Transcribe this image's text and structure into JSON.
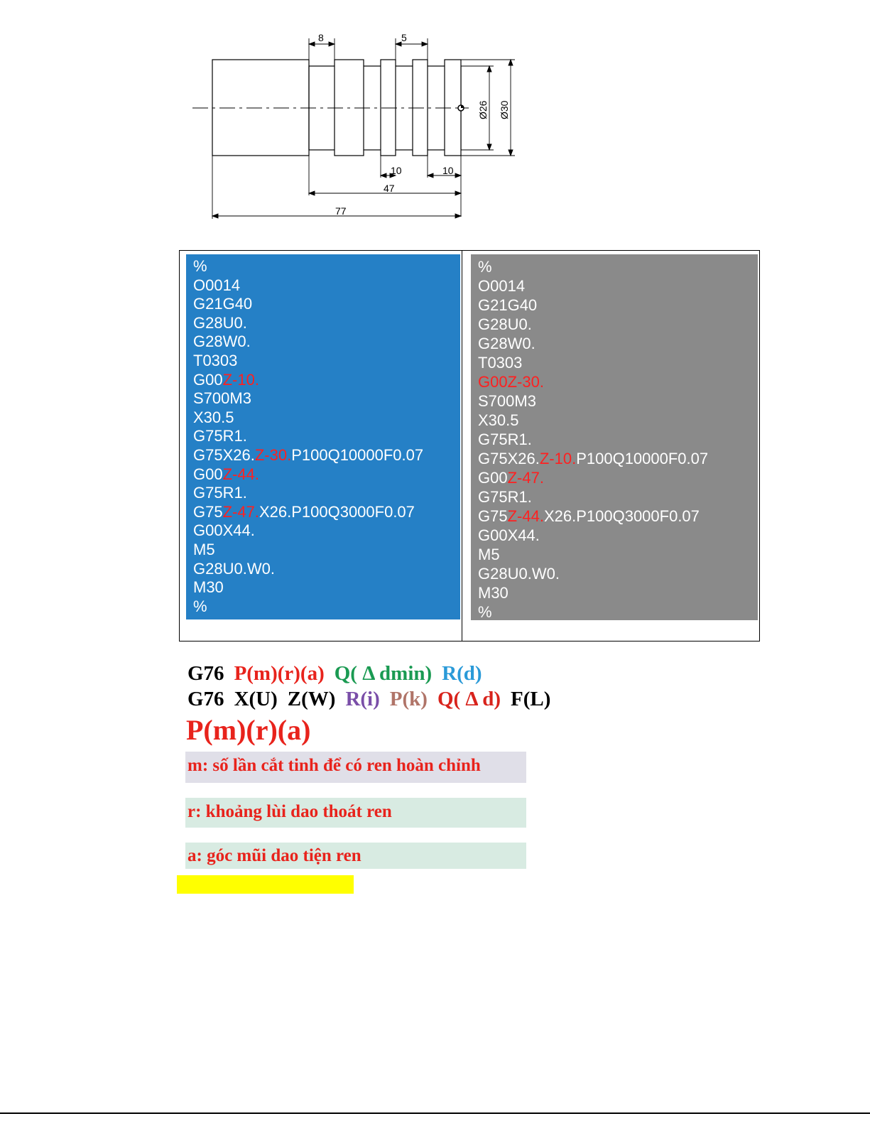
{
  "drawing": {
    "dims": {
      "top_left": "8",
      "top_right": "5",
      "bottom_1": "10",
      "bottom_2": "10",
      "mid": "47",
      "overall": "77",
      "dia_inner": "Ø26",
      "dia_outer": "Ø30"
    }
  },
  "program_left": {
    "lines": [
      [
        {
          "t": "%"
        }
      ],
      [
        {
          "t": "O0014"
        }
      ],
      [
        {
          "t": "G21G40"
        }
      ],
      [
        {
          "t": "G28U0."
        }
      ],
      [
        {
          "t": "G28W0."
        }
      ],
      [
        {
          "t": "T0303"
        }
      ],
      [
        {
          "t": "G00"
        },
        {
          "t": "Z-10.",
          "hl": true
        }
      ],
      [
        {
          "t": "S700M3"
        }
      ],
      [
        {
          "t": "X30.5"
        }
      ],
      [
        {
          "t": "G75R1."
        }
      ],
      [
        {
          "t": "G75X26."
        },
        {
          "t": "Z-30.",
          "hl": true
        },
        {
          "t": "P100Q10000F0.07"
        }
      ],
      [
        {
          "t": "G00"
        },
        {
          "t": "Z-44.",
          "hl": true
        }
      ],
      [
        {
          "t": "G75R1."
        }
      ],
      [
        {
          "t": "G75"
        },
        {
          "t": "Z-47.",
          "hl": true
        },
        {
          "t": "X26.P100Q3000F0.07"
        }
      ],
      [
        {
          "t": "G00X44."
        }
      ],
      [
        {
          "t": "M5"
        }
      ],
      [
        {
          "t": "G28U0.W0."
        }
      ],
      [
        {
          "t": "M30"
        }
      ],
      [
        {
          "t": "%"
        }
      ]
    ]
  },
  "program_right": {
    "lines": [
      [
        {
          "t": "%"
        }
      ],
      [
        {
          "t": "O0014"
        }
      ],
      [
        {
          "t": "G21G40"
        }
      ],
      [
        {
          "t": "G28U0."
        }
      ],
      [
        {
          "t": "G28W0."
        }
      ],
      [
        {
          "t": "T0303"
        }
      ],
      [
        {
          "t": "G00Z-30.",
          "hl": true
        }
      ],
      [
        {
          "t": "S700M3"
        }
      ],
      [
        {
          "t": "X30.5"
        }
      ],
      [
        {
          "t": "G75R1."
        }
      ],
      [
        {
          "t": "G75X26."
        },
        {
          "t": "Z-10.",
          "hl": true
        },
        {
          "t": "P100Q10000F0.07"
        }
      ],
      [
        {
          "t": "G00"
        },
        {
          "t": "Z-47.",
          "hl": true
        }
      ],
      [
        {
          "t": "G75R1."
        }
      ],
      [
        {
          "t": "G75"
        },
        {
          "t": "Z-44.",
          "hl": true
        },
        {
          "t": "X26.P100Q3000F0.07"
        }
      ],
      [
        {
          "t": "G00X44."
        }
      ],
      [
        {
          "t": "M5"
        }
      ],
      [
        {
          "t": "G28U0.W0."
        }
      ],
      [
        {
          "t": "M30"
        }
      ],
      [
        {
          "t": "%"
        }
      ]
    ]
  },
  "syntax": {
    "line1": [
      {
        "t": "G76",
        "color": "#000000"
      },
      {
        "t": "P(m)(r)(a)",
        "color": "#e8231c"
      },
      {
        "t": "Q( Δ dmin)",
        "color": "#1a9a52"
      },
      {
        "t": "R(d)",
        "color": "#2a9ad8"
      }
    ],
    "line2": [
      {
        "t": "G76",
        "color": "#000000"
      },
      {
        "t": "X(U)",
        "color": "#000000"
      },
      {
        "t": "Z(W)",
        "color": "#000000"
      },
      {
        "t": "R(i)",
        "color": "#7a4ea8"
      },
      {
        "t": "P(k)",
        "color": "#b07468"
      },
      {
        "t": "Q( Δ d)",
        "color": "#d8231c"
      },
      {
        "t": "F(L)",
        "color": "#000000"
      }
    ]
  },
  "heading": "P(m)(r)(a)",
  "params": {
    "m": "m: số lần cắt tinh để có ren hoàn chỉnh",
    "r": "r: khoảng lùi dao thoát ren",
    "a": "a: góc mũi dao tiện ren"
  }
}
